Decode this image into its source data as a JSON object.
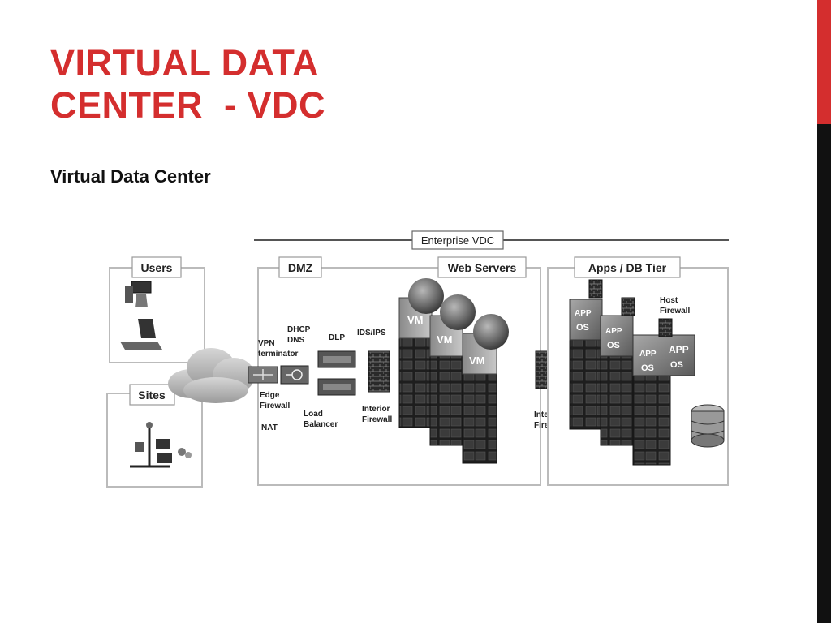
{
  "slide": {
    "title_line1": "VIRTUAL DATA",
    "title_line2": "CENTER  - VDC",
    "subtitle": "Virtual Data Center",
    "accent_color": "#d42e2e",
    "bar_color": "#111111"
  },
  "diagram": {
    "enterprise_label": "Enterprise VDC",
    "sections": {
      "users": "Users",
      "sites": "Sites",
      "dmz": "DMZ",
      "web_servers": "Web Servers",
      "apps_db": "Apps / DB Tier"
    },
    "labels": {
      "vpn": "VPN",
      "terminator": "terminator",
      "edge": "Edge",
      "edge_firewall": "Firewall",
      "nat": "NAT",
      "dhcp": "DHCP",
      "dns": "DNS",
      "dlp": "DLP",
      "ids_ips": "IDS/IPS",
      "load": "Load",
      "balancer": "Balancer",
      "interior1": "Interior",
      "interior1_fw": "Firewall",
      "interior2": "Interior",
      "interior2_fw": "Firewall",
      "host": "Host",
      "host_fw": "Firewall",
      "vm": "VM",
      "app": "APP",
      "os": "OS"
    },
    "icons": [
      "desktop-icon",
      "laptop-icon",
      "cloud-icon",
      "network-sites-icon",
      "globe-icon",
      "firewall-icon",
      "server-rack-icon",
      "database-icon",
      "router-icon",
      "appliance-icon"
    ]
  }
}
